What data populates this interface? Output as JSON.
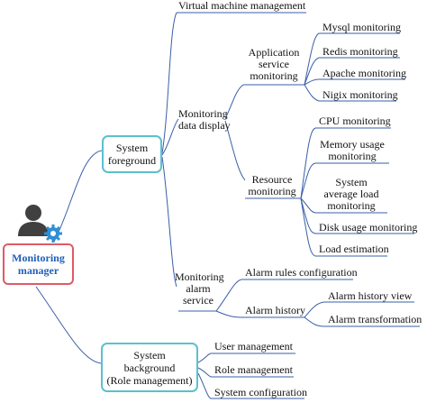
{
  "root": {
    "label_line1": "Monitoring",
    "label_line2": "manager",
    "icon": "user-gear-icon"
  },
  "foreground": {
    "label_line1": "System",
    "label_line2": "foreground",
    "virtual_machine": "Virtual machine management",
    "data_display": {
      "label_line1": "Monitoring",
      "label_line2": "data display",
      "application": {
        "label_line1": "Application",
        "label_line2": "service",
        "label_line3": "monitoring",
        "items": [
          "Mysql monitoring",
          "Redis monitoring",
          "Apache monitoring",
          "Nigix monitoring"
        ]
      },
      "resource": {
        "label_line1": "Resource",
        "label_line2": "monitoring",
        "items": {
          "cpu": "CPU monitoring",
          "memory_line1": "Memory usage",
          "memory_line2": "monitoring",
          "load_line1": "System",
          "load_line2": "average load",
          "load_line3": "monitoring",
          "disk": "Disk usage monitoring",
          "estimation": "Load estimation"
        }
      }
    },
    "alarm_service": {
      "label_line1": "Monitoring",
      "label_line2": "alarm",
      "label_line3": "service",
      "rules": "Alarm rules configuration",
      "history": {
        "label": "Alarm history",
        "items": [
          "Alarm history view",
          "Alarm transformation"
        ]
      }
    }
  },
  "background": {
    "label_line1": "System",
    "label_line2": "background",
    "label_line3": "(Role management)",
    "items": [
      "User management",
      "Role management",
      "System configuration"
    ]
  },
  "colors": {
    "branch": "#3a5fa8",
    "root_border": "#e05a66",
    "root_text": "#1f5fb8",
    "node_border": "#5bc0cf",
    "gear": "#2e8fd6"
  }
}
